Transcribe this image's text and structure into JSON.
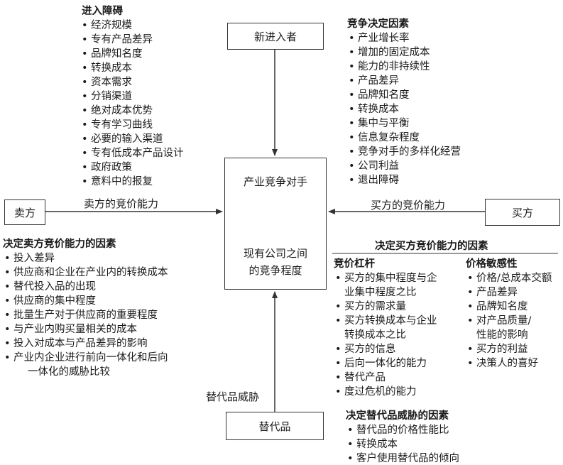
{
  "entrants": {
    "label": "新进入者"
  },
  "rivalry": {
    "top_label": "产业竞争对手",
    "bottom_line1": "现有公司之间",
    "bottom_line2": "的竞争程度"
  },
  "suppliers": {
    "label": "卖方",
    "arrow_label": "卖方的竞价能力"
  },
  "buyers": {
    "label": "买方",
    "arrow_label": "买方的竞价能力"
  },
  "substitutes": {
    "label": "替代品",
    "arrow_label": "替代品威胁"
  },
  "entry_barriers": {
    "heading": "进入障碍",
    "items": [
      "经济规模",
      "专有产品差异",
      "品牌知名度",
      "转换成本",
      "资本需求",
      "分销渠道",
      "绝对成本优势",
      "专有学习曲线",
      "必要的输入渠道",
      "专有低成本产品设计",
      "政府政策",
      "意料中的报复"
    ]
  },
  "rivalry_determinants": {
    "heading": "竞争决定因素",
    "items": [
      "产业增长率",
      "增加的固定成本",
      "能力的非持续性",
      "产品差异",
      "品牌知名度",
      "转换成本",
      "集中与平衡",
      "信息复杂程度",
      "竞争对手的多样化经营",
      "公司利益",
      "退出障碍"
    ]
  },
  "supplier_power": {
    "heading": "决定卖方竞价能力的因素",
    "items": [
      [
        "投入差异"
      ],
      [
        "供应商和企业在产业内的转换成本"
      ],
      [
        "替代投入品的出现"
      ],
      [
        "供应商的集中程度"
      ],
      [
        "批量生产对于供应商的重要程度"
      ],
      [
        "与产业内购买量相关的成本"
      ],
      [
        "投入对成本与产品差异的影响"
      ],
      [
        "产业内企业进行前向一体化和后向",
        "一体化的威胁比较"
      ]
    ]
  },
  "buyer_power": {
    "heading": "决定买方竞价能力的因素",
    "leverage": {
      "heading": "竞价杠杆",
      "items": [
        [
          "买方的集中程度与企",
          "业集中程度之比"
        ],
        [
          "买方的需求量"
        ],
        [
          "买方转换成本与企业",
          "转换成本之比"
        ],
        [
          "买方的信息"
        ],
        [
          "后向一体化的能力"
        ],
        [
          "替代产品"
        ],
        [
          "度过危机的能力"
        ]
      ]
    },
    "sensitivity": {
      "heading": "价格敏感性",
      "items": [
        [
          "价格/总成本交额"
        ],
        [
          "产品差异"
        ],
        [
          "品牌知名度"
        ],
        [
          "对产品质量/",
          "性能的影响"
        ],
        [
          "买方的利益"
        ],
        [
          "决策人的喜好"
        ]
      ]
    }
  },
  "substitute_threat": {
    "heading": "决定替代品威胁的因素",
    "items": [
      "替代品的价格性能比",
      "转换成本",
      "客户使用替代品的倾向"
    ]
  }
}
